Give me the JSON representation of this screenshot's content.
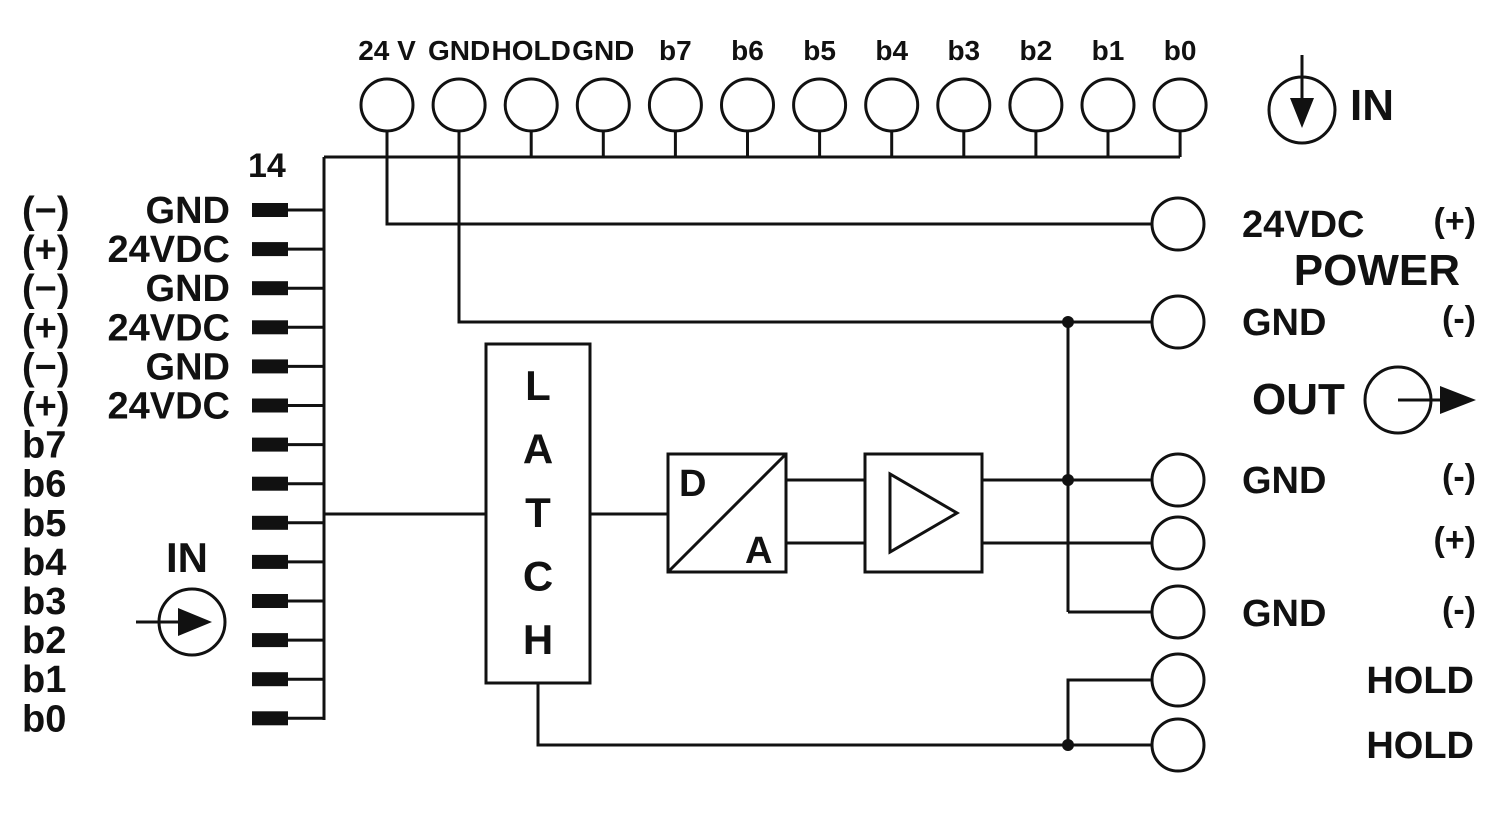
{
  "top_terminals": [
    "24 V",
    "GND",
    "HOLD",
    "GND",
    "b7",
    "b6",
    "b5",
    "b4",
    "b3",
    "b2",
    "b1",
    "b0"
  ],
  "top_in_label": "IN",
  "connector": {
    "pin_count": "14",
    "polarity": [
      "(−)",
      "(+)",
      "(−)",
      "(+)",
      "(−)",
      "(+)"
    ],
    "pins": [
      "GND",
      "24VDC",
      "GND",
      "24VDC",
      "GND",
      "24VDC",
      "b7",
      "b6",
      "b5",
      "b4",
      "b3",
      "b2",
      "b1",
      "b0"
    ],
    "in_label": "IN"
  },
  "latch_letters": [
    "L",
    "A",
    "T",
    "C",
    "H"
  ],
  "dac": {
    "top_letter": "D",
    "bottom_letter": "A"
  },
  "right_side": {
    "power_pos_label": "24VDC",
    "power_pos_pol": "(+)",
    "power_label": "POWER",
    "power_gnd_label": "GND",
    "power_gnd_pol": "(-)",
    "out_label": "OUT",
    "out_gnd1_label": "GND",
    "out_gnd1_pol": "(-)",
    "out_pos_pol": "(+)",
    "out_gnd2_label": "GND",
    "out_gnd2_pol": "(-)",
    "hold1_label": "HOLD",
    "hold2_label": "HOLD"
  },
  "colors": {
    "line": "#111111",
    "background": "#ffffff"
  }
}
